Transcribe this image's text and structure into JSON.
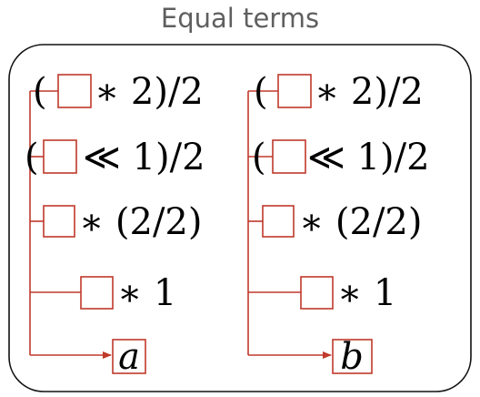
{
  "title": "Equal terms",
  "accent_color": "#c0392b",
  "columns": [
    {
      "rows": [
        {
          "suffix": "∗ 2)/2",
          "prefix": "("
        },
        {
          "suffix": "≪ 1)/2",
          "prefix": "("
        },
        {
          "suffix": "∗ (2/2)",
          "prefix": ""
        },
        {
          "suffix": "∗ 1",
          "prefix": ""
        }
      ],
      "result": "a"
    },
    {
      "rows": [
        {
          "suffix": "∗ 2)/2",
          "prefix": "("
        },
        {
          "suffix": "≪ 1)/2",
          "prefix": "("
        },
        {
          "suffix": "∗ (2/2)",
          "prefix": ""
        },
        {
          "suffix": "∗ 1",
          "prefix": ""
        }
      ],
      "result": "b"
    }
  ]
}
